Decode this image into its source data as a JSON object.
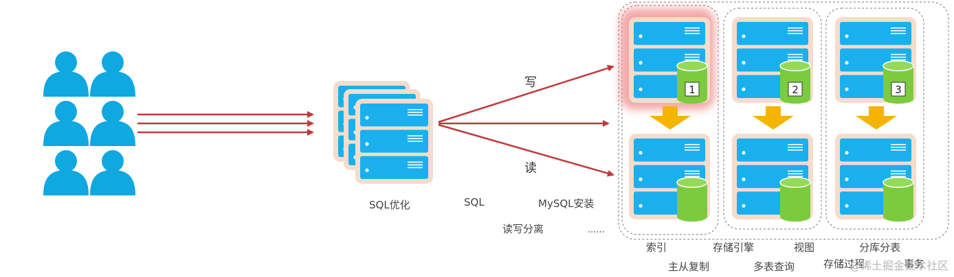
{
  "labels": {
    "write": "写",
    "read": "读",
    "sql_optimize": "SQL优化",
    "sql": "SQL",
    "mysql_install": "MySQL安装",
    "rw_split": "读写分离",
    "ellipsis": "......",
    "index": "索引",
    "storage_engine": "存储引擎",
    "view": "视图",
    "sharding": "分库分表",
    "master_slave": "主从复制",
    "multi_table_query": "多表查询",
    "stored_procedure": "存储过程",
    "transaction": "事务"
  },
  "badges": [
    "1",
    "2",
    "3"
  ],
  "watermark": "@稀土掘金技术社区",
  "colors": {
    "user": "#0fa8e0",
    "server_bg": "#f6dccb",
    "server_unit": "#1ab0ee",
    "db": "#7ccb3f",
    "arrow_red": "#c0393b",
    "arrow_down": "#f5b400",
    "glow": "#f08a8a"
  }
}
